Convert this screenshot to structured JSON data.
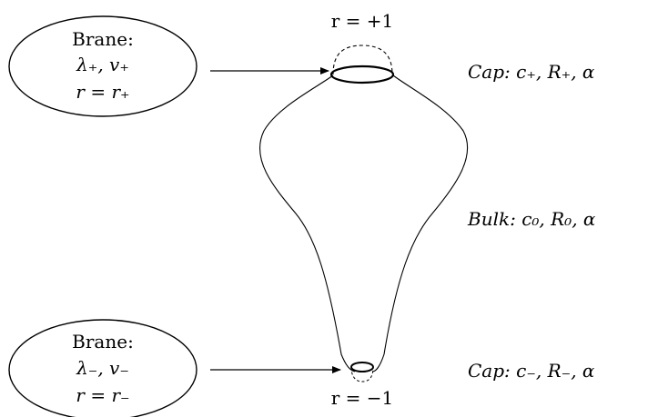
{
  "colors": {
    "stroke": "#000000",
    "background": "#ffffff"
  },
  "top_radius_label": "r = +1",
  "bottom_radius_label": "r = −1",
  "brane_top": {
    "title": "Brane:",
    "params": "λ₊, v₊",
    "radius": "r = r₊"
  },
  "brane_bottom": {
    "title": "Brane:",
    "params": "λ₋, v₋",
    "radius": "r = r₋"
  },
  "regions": {
    "cap_top": "Cap: c₊, R₊, α",
    "bulk": "Bulk: c₀, R₀, α",
    "cap_bottom": "Cap: c₋, R₋, α"
  }
}
